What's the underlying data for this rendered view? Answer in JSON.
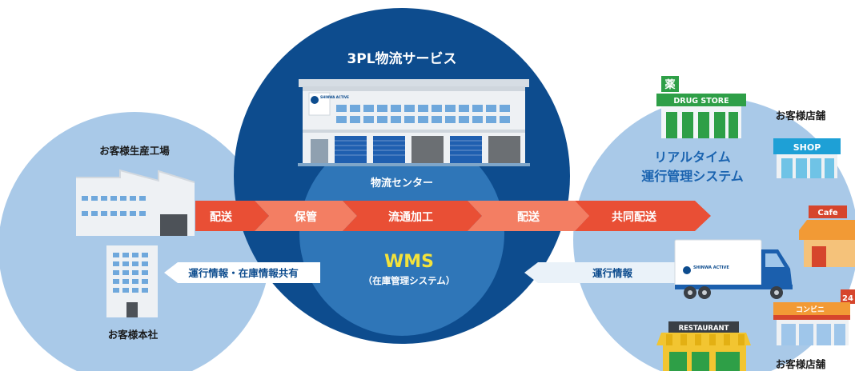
{
  "center": {
    "title": "3PL物流サービス",
    "center_label": "物流センター",
    "wms_title": "WMS",
    "wms_sub": "（在庫管理システム）",
    "company_logo": "SHINWA ACTIVE"
  },
  "left": {
    "factory_label": "お客様生産工場",
    "hq_label": "お客様本社"
  },
  "right": {
    "system_line1": "リアルタイム",
    "system_line2": "運行管理システム",
    "stores_label_top": "お客様店舗",
    "stores_label_bottom": "お客様店舗",
    "drugstore_kanji": "薬",
    "drugstore_sign": "DRUG STORE",
    "shop_sign": "SHOP",
    "cafe_sign": "Cafe",
    "convenience_sign": "コンビニ",
    "convenience_24": "24",
    "restaurant_sign": "RESTAURANT",
    "truck_logo": "SHINWA ACTIVE"
  },
  "flow": {
    "steps": [
      "配送",
      "保管",
      "流通加工",
      "配送",
      "共同配送"
    ]
  },
  "info": {
    "left_arrow": "運行情報・在庫情報共有",
    "right_arrow": "運行情報"
  },
  "colors": {
    "light_circle": "#a9c9e8",
    "dark_circle": "#0d4c8e",
    "mid_circle": "#2f76b8",
    "arrow_red": "#e94f35",
    "arrow_light": "#f37e63"
  }
}
